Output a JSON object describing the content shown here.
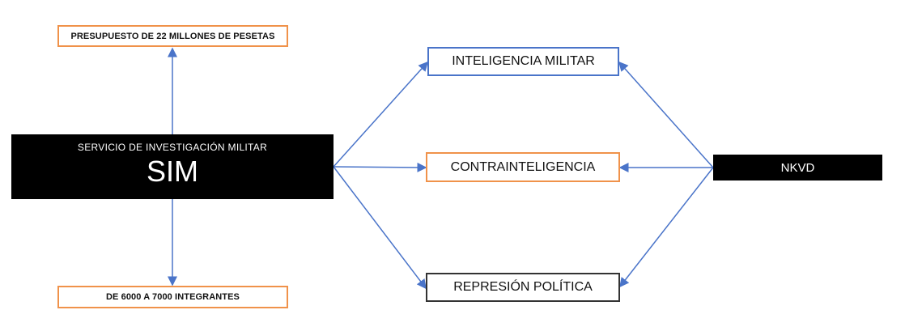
{
  "diagram": {
    "sim": {
      "subtitle": "SERVICIO DE INVESTIGACIÓN MILITAR",
      "title": "SIM"
    },
    "budget": "PRESUPUESTO DE 22 MILLONES DE PESETAS",
    "members": "DE 6000 A 7000 INTEGRANTES",
    "functions": [
      "INTELIGENCIA MILITAR",
      "CONTRAINTELIGENCIA",
      "REPRESIÓN POLÍTICA"
    ],
    "nkvd": "NKVD",
    "colors": {
      "arrow": "#4a74c9",
      "orange_border": "#f0924a",
      "blue_border": "#4a74c9",
      "dark": "#000000"
    }
  }
}
